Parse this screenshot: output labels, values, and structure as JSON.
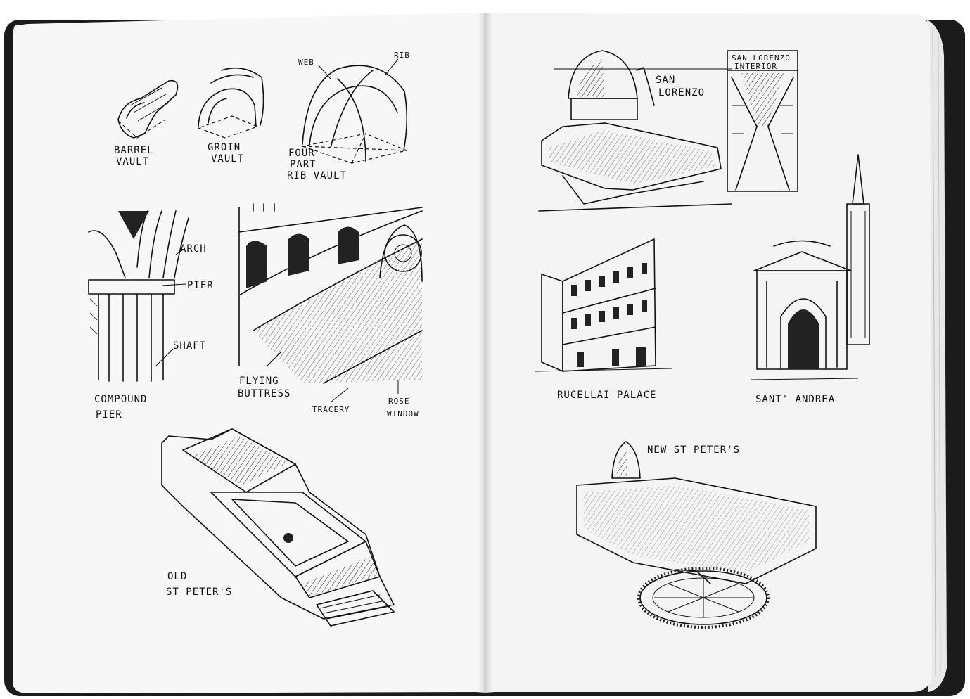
{
  "left_page": {
    "vaults": {
      "barrel": [
        "BARREL",
        "VAULT"
      ],
      "groin": [
        "GROIN",
        "VAULT"
      ],
      "rib": [
        "FOUR",
        "PART",
        "RIB VAULT"
      ],
      "web": "WEB",
      "rib_label": "RIB"
    },
    "pier": {
      "arch": "ARCH",
      "pier": "PIER",
      "shaft": "SHAFT",
      "title": [
        "COMPOUND",
        "PIER"
      ]
    },
    "buttress": {
      "flying": [
        "FLYING",
        "BUTTRESS"
      ],
      "tracery": "TRACERY",
      "rose": [
        "ROSE",
        "WINDOW"
      ]
    },
    "old_st_peters": [
      "OLD",
      "ST PETER'S"
    ]
  },
  "right_page": {
    "san_lorenzo": [
      "SAN",
      "LORENZO"
    ],
    "san_lorenzo_interior": [
      "SAN LORENZO",
      "INTERIOR"
    ],
    "rucellai": "RUCELLAI PALACE",
    "sant_andrea": "SANT' ANDREA",
    "new_st_peters": "NEW ST PETER'S"
  }
}
